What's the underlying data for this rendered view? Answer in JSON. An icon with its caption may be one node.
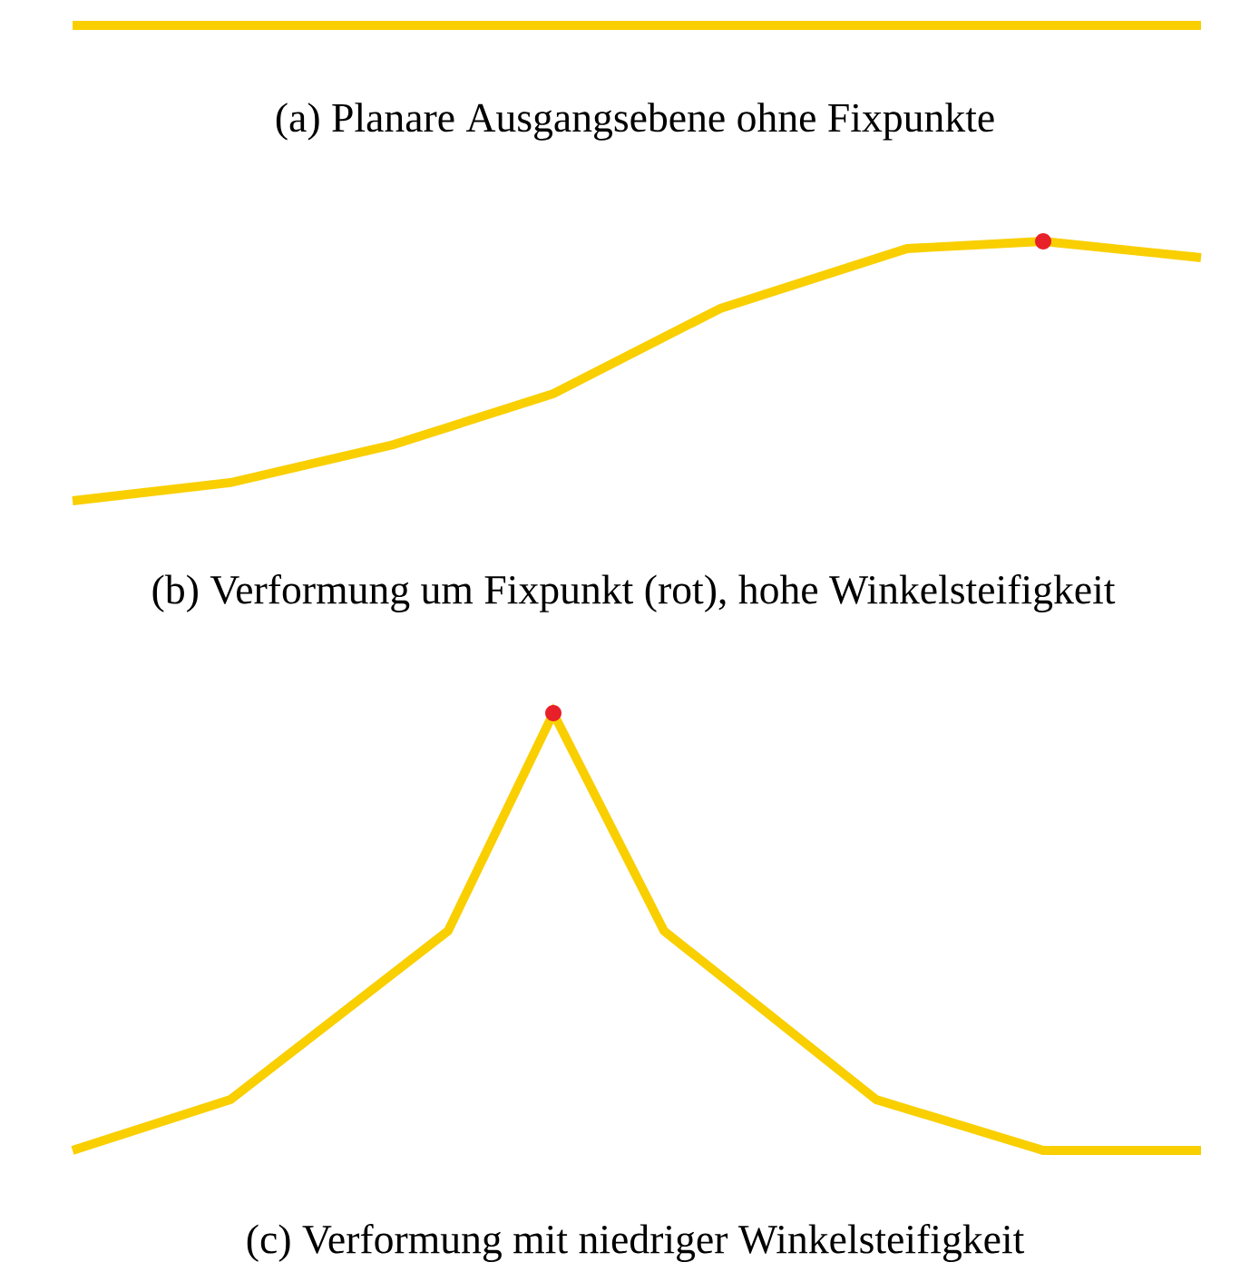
{
  "diagram": {
    "labels": [
      "(a) Planare Ausgangsebene ohne Fixpunkte",
      "(b) Verformung um Fixpunkt (rot), hohe Winkelsteifigkeit",
      "(c) Verformung mit niedriger Winkelsteifigkeit"
    ]
  }
}
